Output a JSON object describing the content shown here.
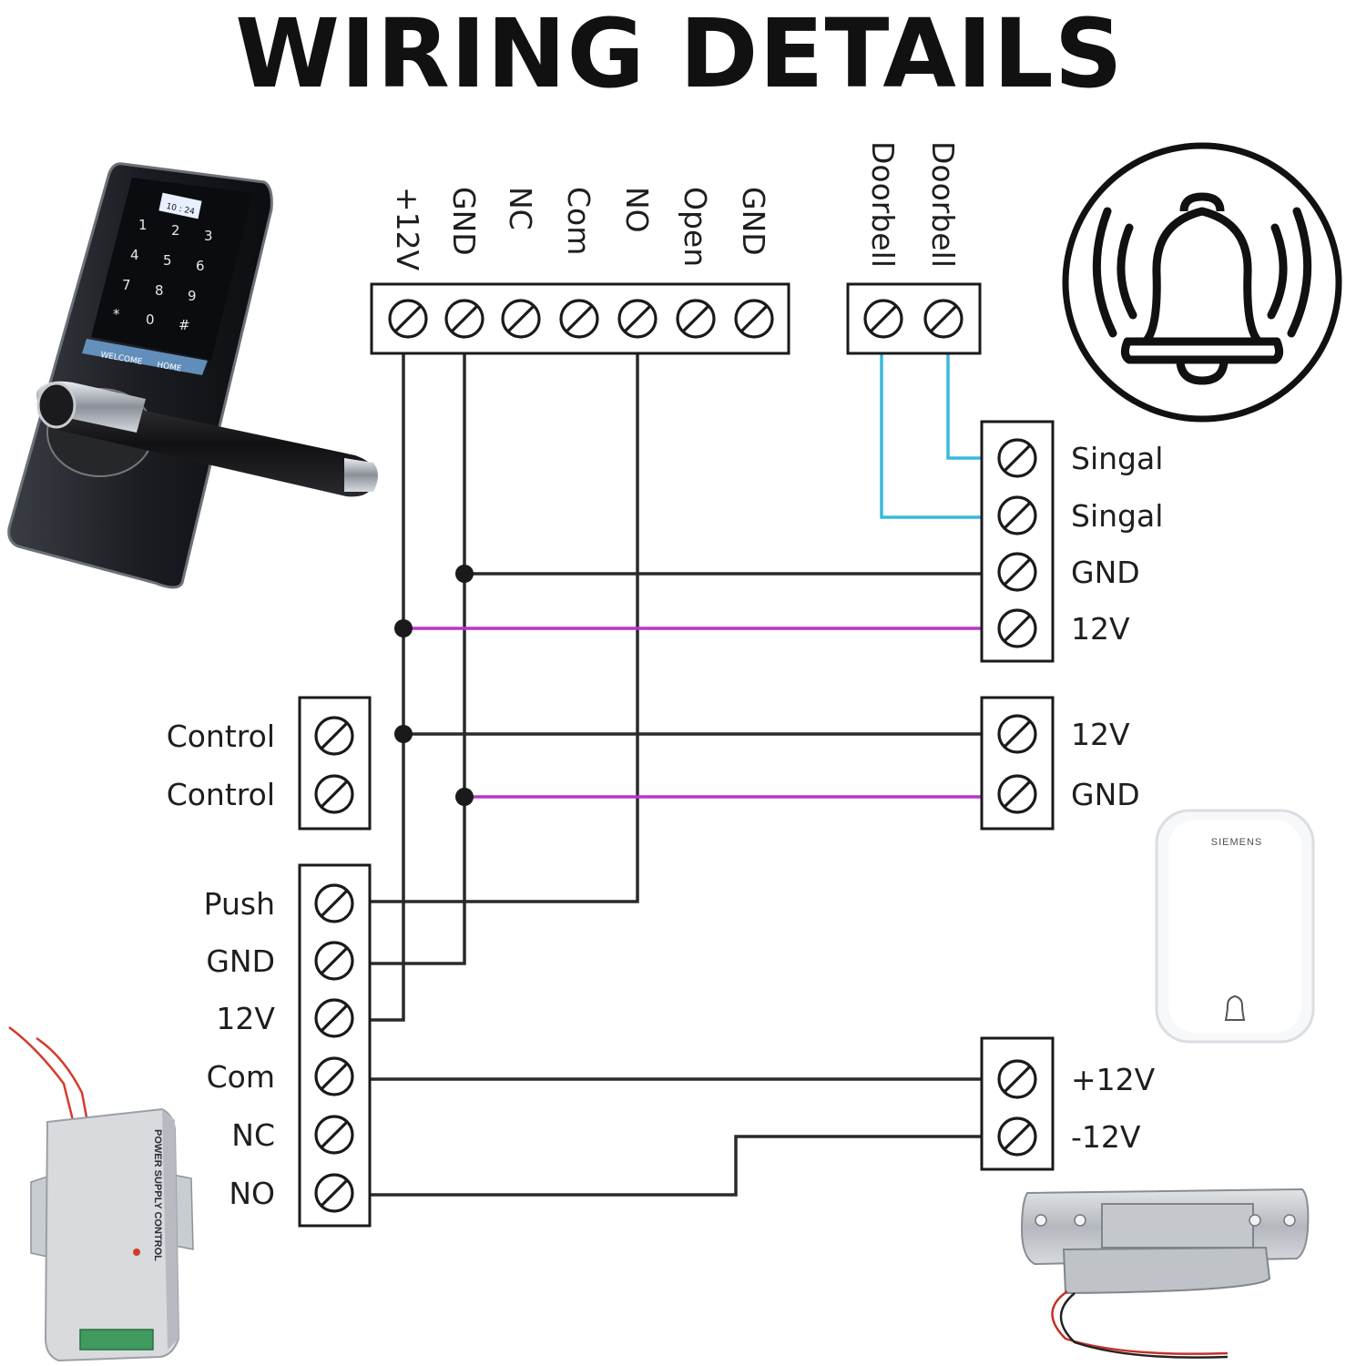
{
  "title": "WIRING DETAILS",
  "colors": {
    "wire_black": "#2a2a2a",
    "wire_cyan": "#3ab8dd",
    "wire_magenta": "#bb33cc",
    "outline": "#1a1a1a"
  },
  "lock_terminals": {
    "labels": [
      "+12V",
      "GND",
      "NC",
      "Com",
      "NO",
      "Open",
      "GND"
    ]
  },
  "doorbell_terminals": {
    "labels": [
      "Doorbell",
      "Doorbell"
    ]
  },
  "chime_terminals": {
    "labels": [
      "Singal",
      "Singal",
      "GND",
      "12V"
    ]
  },
  "control_terminals": {
    "labels": [
      "Control",
      "Control"
    ]
  },
  "aux_power_terminals": {
    "labels": [
      "12V",
      "GND"
    ]
  },
  "power_supply_terminals": {
    "labels": [
      "Push",
      "GND",
      "12V",
      "Com",
      "NC",
      "NO"
    ]
  },
  "strike_terminals": {
    "labels": [
      "+12V",
      "-12V"
    ]
  },
  "devices": {
    "smart_lock": {
      "screen_time": "10 : 24",
      "keypad": [
        "1",
        "2",
        "3",
        "4",
        "5",
        "6",
        "7",
        "8",
        "9",
        "*",
        "0",
        "#"
      ],
      "banner": [
        "WELCOME",
        "HOME"
      ]
    },
    "doorbell_chime": {
      "brand": "SIEMENS"
    },
    "power_supply": {
      "label": "POWER SUPPLY CONTROL"
    }
  }
}
